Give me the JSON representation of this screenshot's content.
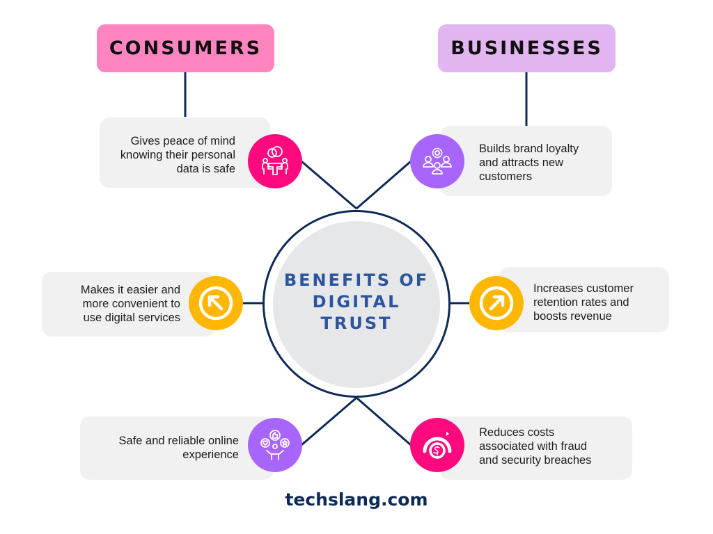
{
  "title": "Benefits of Digital Trust",
  "center": {
    "line1": "BENEFITS OF",
    "line2": "DIGITAL",
    "line3": "TRUST"
  },
  "colors": {
    "consumers_header": "#ff85c0",
    "businesses_header": "#e2b4f0",
    "magenta": "#ff0a7e",
    "purple": "#a865fb",
    "yellow": "#ffb703",
    "navy": "#0c2a58",
    "title_blue": "#2c55a0",
    "card_bg": "#f1f1f1"
  },
  "columns": {
    "consumers": {
      "label": "CONSUMERS",
      "items": [
        {
          "lines": [
            "Gives peace of mind",
            "knowing their personal",
            "data is safe"
          ],
          "icon": "meeting-table-icon",
          "icon_color": "magenta"
        },
        {
          "lines": [
            "Makes it easier and",
            "more convenient to",
            "use digital services"
          ],
          "icon": "arrow-up-left-icon",
          "icon_color": "yellow"
        },
        {
          "lines": [
            "Safe and reliable online",
            "experience"
          ],
          "icon": "person-likes-icon",
          "icon_color": "purple"
        }
      ]
    },
    "businesses": {
      "label": "BUSINESSES",
      "items": [
        {
          "lines": [
            "Builds brand loyalty",
            "and attracts new",
            "customers"
          ],
          "icon": "team-gear-icon",
          "icon_color": "purple"
        },
        {
          "lines": [
            "Increases customer",
            "retention rates and",
            "boosts revenue"
          ],
          "icon": "arrow-up-right-icon",
          "icon_color": "yellow"
        },
        {
          "lines": [
            "Reduces costs",
            "associated with fraud",
            "and security breaches"
          ],
          "icon": "dollar-gauge-icon",
          "icon_color": "magenta"
        }
      ]
    }
  },
  "footer": {
    "brand": "techslang.com"
  }
}
